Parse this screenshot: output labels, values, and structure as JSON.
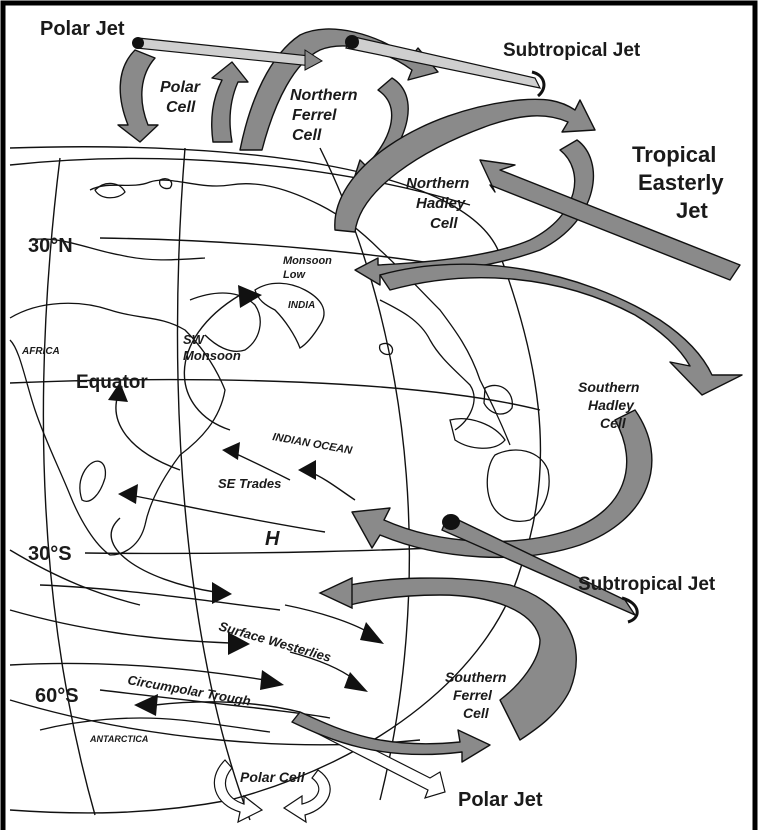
{
  "labels": {
    "polar_jet_top": "Polar Jet",
    "polar_cell_top_line1": "Polar",
    "polar_cell_top_line2": "Cell",
    "northern_ferrel_line1": "Northern",
    "northern_ferrel_line2": "Ferrel",
    "northern_ferrel_line3": "Cell",
    "subtropical_jet_top": "Subtropical Jet",
    "tropical_easterly_line1": "Tropical",
    "tropical_easterly_line2": "Easterly",
    "tropical_easterly_line3": "Jet",
    "northern_hadley_line1": "Northern",
    "northern_hadley_line2": "Hadley",
    "northern_hadley_line3": "Cell",
    "lat_30n": "30°N",
    "monsoon_low_line1": "Monsoon",
    "monsoon_low_line2": "Low",
    "india": "INDIA",
    "africa": "AFRICA",
    "sw_monsoon_line1": "SW",
    "sw_monsoon_line2": "Monsoon",
    "equator": "Equator",
    "southern_hadley_line1": "Southern",
    "southern_hadley_line2": "Hadley",
    "southern_hadley_line3": "Cell",
    "indian_ocean": "INDIAN OCEAN",
    "se_trades": "SE Trades",
    "high_pressure": "H",
    "lat_30s": "30°S",
    "subtropical_jet_bottom": "Subtropical Jet",
    "surface_westerlies": "Surface Westerlies",
    "lat_60s": "60°S",
    "circumpolar_trough": "Circumpolar Trough",
    "southern_ferrel_line1": "Southern",
    "southern_ferrel_line2": "Ferrel",
    "southern_ferrel_line3": "Cell",
    "antarctica": "ANTARCTICA",
    "polar_cell_bottom": "Polar Cell",
    "polar_jet_bottom": "Polar Jet"
  },
  "colors": {
    "arrow_fill": "#8a8a8a",
    "jet_fill": "#cfcfcf",
    "outline": "#111111",
    "frame": "#000000"
  }
}
